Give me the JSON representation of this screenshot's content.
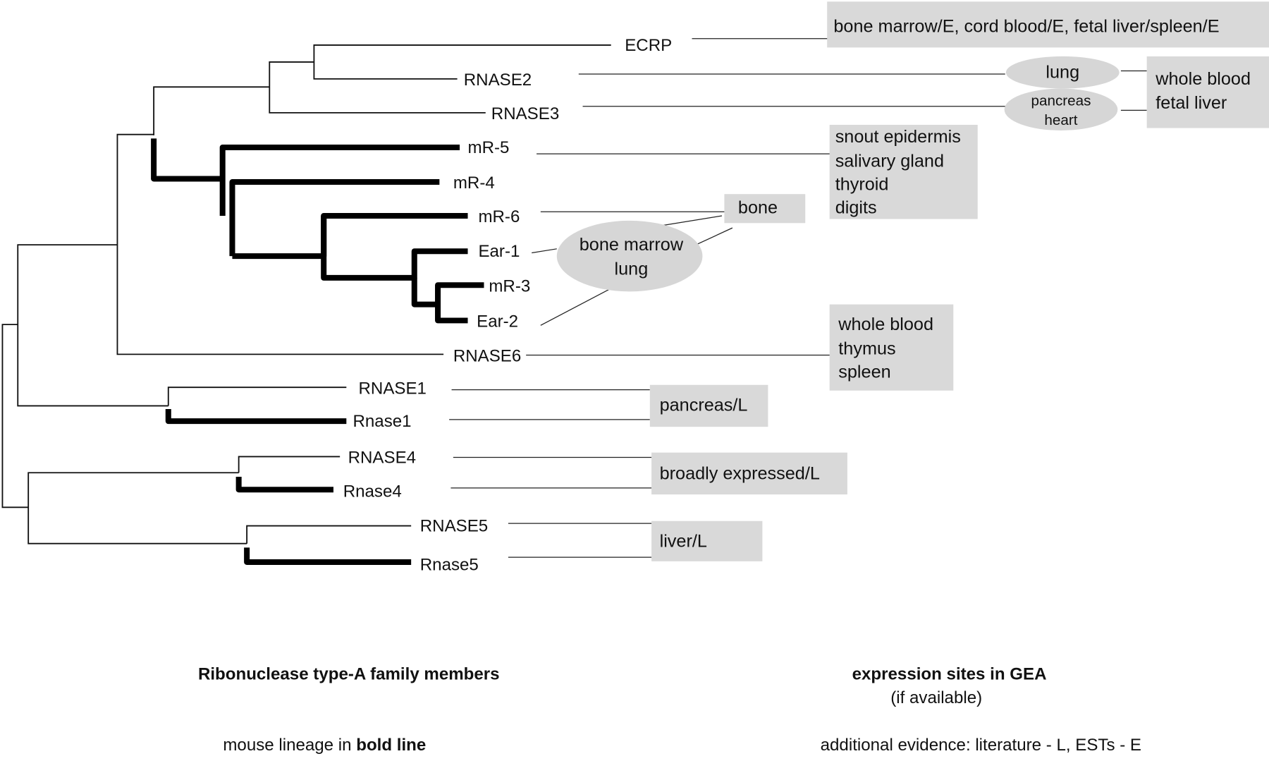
{
  "figure": {
    "left_caption_title": "Ribonuclease type-A family members",
    "left_caption_note_prefix": "mouse lineage in ",
    "left_caption_note_bold": "bold line",
    "right_caption_title": "expression sites in GEA",
    "right_caption_subtitle": "(if available)",
    "right_caption_note": "additional evidence: literature - L, ESTs - E"
  },
  "colors": {
    "box_fill": "#d9d9d9",
    "line": "#111111",
    "background": "#ffffff"
  },
  "leaves": [
    {
      "id": "ecrp",
      "label": "ECRP",
      "lineage": "human"
    },
    {
      "id": "rnase2",
      "label": "RNASE2",
      "lineage": "human"
    },
    {
      "id": "rnase3",
      "label": "RNASE3",
      "lineage": "human"
    },
    {
      "id": "mr5",
      "label": "mR-5",
      "lineage": "mouse"
    },
    {
      "id": "mr4",
      "label": "mR-4",
      "lineage": "mouse"
    },
    {
      "id": "mr6",
      "label": "mR-6",
      "lineage": "mouse"
    },
    {
      "id": "ear1",
      "label": "Ear-1",
      "lineage": "mouse"
    },
    {
      "id": "mr3",
      "label": "mR-3",
      "lineage": "mouse"
    },
    {
      "id": "ear2",
      "label": "Ear-2",
      "lineage": "mouse"
    },
    {
      "id": "rnase6",
      "label": "RNASE6",
      "lineage": "human"
    },
    {
      "id": "rnase1_h",
      "label": "RNASE1",
      "lineage": "human"
    },
    {
      "id": "rnase1_m",
      "label": "Rnase1",
      "lineage": "mouse"
    },
    {
      "id": "rnase4_h",
      "label": "RNASE4",
      "lineage": "human"
    },
    {
      "id": "rnase4_m",
      "label": "Rnase4",
      "lineage": "mouse"
    },
    {
      "id": "rnase5_h",
      "label": "RNASE5",
      "lineage": "human"
    },
    {
      "id": "rnase5_m",
      "label": "Rnase5",
      "lineage": "mouse"
    }
  ],
  "expression": {
    "ecrp_box": "bone marrow/E, cord blood/E, fetal liver/spleen/E",
    "rnase2_bubble": "lung",
    "rnase3_bubble": [
      "pancreas",
      "heart"
    ],
    "rnase23_box": [
      "whole blood",
      "fetal liver"
    ],
    "mr5_box": [
      "snout epidermis",
      "salivary gland",
      "thyroid",
      "digits"
    ],
    "mr6_box": "bone",
    "ear_bubble": [
      "bone marrow",
      "lung"
    ],
    "rnase6_box": [
      "whole blood",
      "thymus",
      "spleen"
    ],
    "rnase1_box": "pancreas/L",
    "rnase4_box": "broadly expressed/L",
    "rnase5_box": "liver/L"
  }
}
